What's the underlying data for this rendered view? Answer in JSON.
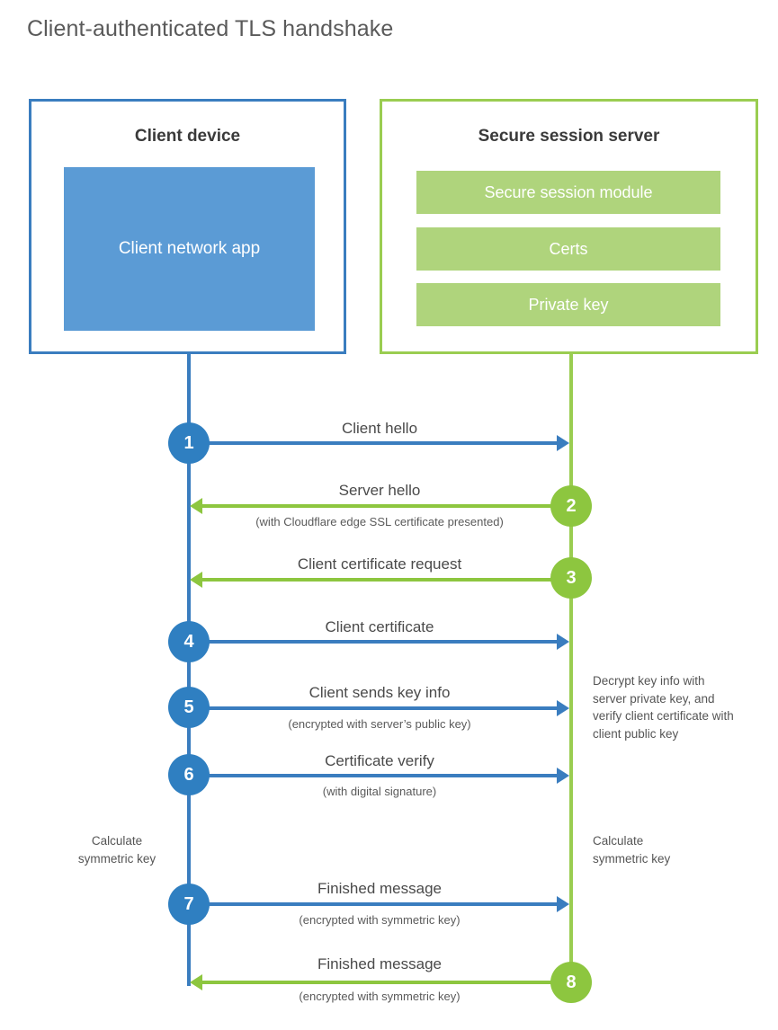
{
  "title": "Client-authenticated TLS handshake",
  "colors": {
    "blue_border": "#3A7DBF",
    "blue_fill": "#5B9BD5",
    "blue_circle": "#2F7FC1",
    "green_border": "#9ACD51",
    "green_fill": "#AFD47C",
    "green_circle": "#8DC63F",
    "title_text": "#5a5a5a",
    "body_text": "#4a4a4a"
  },
  "client": {
    "title": "Client device",
    "app_label": "Client network app"
  },
  "server": {
    "title": "Secure session server",
    "bars": [
      {
        "label": "Secure session module"
      },
      {
        "label": "Certs"
      },
      {
        "label": "Private key"
      }
    ]
  },
  "steps": [
    {
      "number": "1",
      "label": "Client hello",
      "sub": "",
      "direction": "client-to-server",
      "color": "blue"
    },
    {
      "number": "2",
      "label": "Server hello",
      "sub": "(with Cloudflare edge SSL certificate presented)",
      "direction": "server-to-client",
      "color": "green"
    },
    {
      "number": "3",
      "label": "Client certificate request",
      "sub": "",
      "direction": "server-to-client",
      "color": "green"
    },
    {
      "number": "4",
      "label": "Client certificate",
      "sub": "",
      "direction": "client-to-server",
      "color": "blue"
    },
    {
      "number": "5",
      "label": "Client sends key info",
      "sub": "(encrypted with server’s public key)",
      "direction": "client-to-server",
      "color": "blue"
    },
    {
      "number": "6",
      "label": "Certificate verify",
      "sub": "(with digital signature)",
      "direction": "client-to-server",
      "color": "blue"
    },
    {
      "number": "7",
      "label": "Finished message",
      "sub": "(encrypted with symmetric key)",
      "direction": "client-to-server",
      "color": "blue"
    },
    {
      "number": "8",
      "label": "Finished message",
      "sub": "(encrypted with symmetric key)",
      "direction": "server-to-client",
      "color": "green"
    }
  ],
  "annotations": {
    "server_decrypt": "Decrypt key info with server private key, and verify client certificate with client public key",
    "client_calculate": "Calculate symmetric key",
    "server_calculate": "Calculate symmetric key"
  }
}
